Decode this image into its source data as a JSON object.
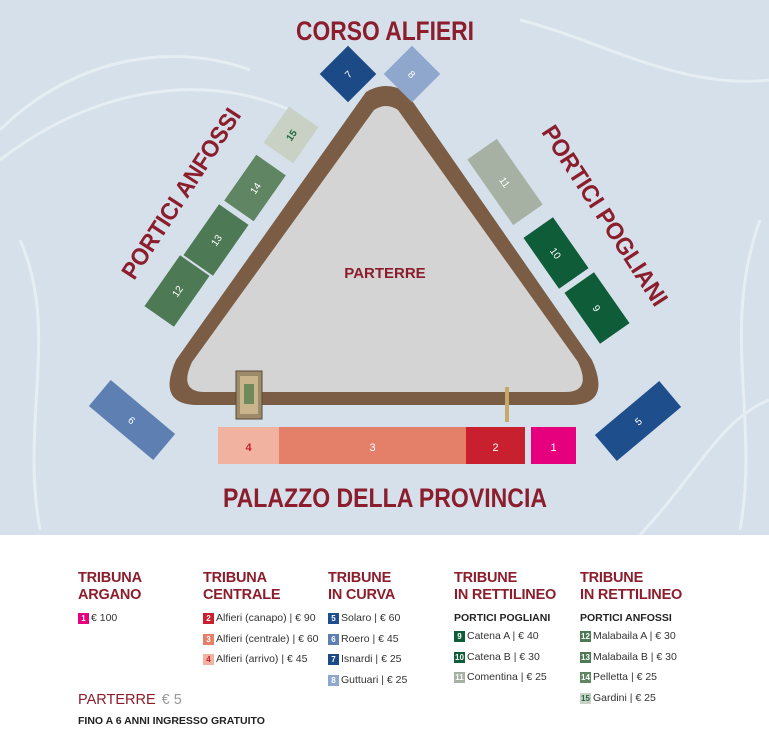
{
  "map": {
    "title_top": "CORSO ALFIERI",
    "title_left": "PORTICI ANFOSSI",
    "title_right": "PORTICI POGLIANI",
    "title_bottom": "PALAZZO DELLA PROVINCIA",
    "center_label": "PARTERRE",
    "sectors": {
      "s1": "1",
      "s2": "2",
      "s3": "3",
      "s4": "4",
      "s5": "5",
      "s6": "6",
      "s7": "7",
      "s8": "8",
      "s9": "9",
      "s10": "10",
      "s11": "11",
      "s12": "12",
      "s13": "13",
      "s14": "14",
      "s15": "15"
    }
  },
  "legend": {
    "argano": {
      "title_line1": "TRIBUNA",
      "title_line2": "ARGANO",
      "items": [
        {
          "num": "1",
          "text": "€ 100"
        }
      ]
    },
    "centrale": {
      "title_line1": "TRIBUNA",
      "title_line2": "CENTRALE",
      "items": [
        {
          "num": "2",
          "text": "Alfieri (canapo) | € 90"
        },
        {
          "num": "3",
          "text": "Alfieri (centrale) | € 60"
        },
        {
          "num": "4",
          "text": "Alfieri (arrivo) | € 45"
        }
      ]
    },
    "curva": {
      "title_line1": "TRIBUNE",
      "title_line2": "IN CURVA",
      "items": [
        {
          "num": "5",
          "text": "Solaro | € 60"
        },
        {
          "num": "6",
          "text": "Roero | € 45"
        },
        {
          "num": "7",
          "text": "Isnardi | € 25"
        },
        {
          "num": "8",
          "text": "Guttuari | € 25"
        }
      ]
    },
    "pogliani": {
      "title_line1": "TRIBUNE",
      "title_line2": "IN RETTILINEO",
      "subtitle": "PORTICI POGLIANI",
      "items": [
        {
          "num": "9",
          "text": "Catena A | € 40"
        },
        {
          "num": "10",
          "text": "Catena B | € 30"
        },
        {
          "num": "11",
          "text": "Comentina | € 25"
        }
      ]
    },
    "anfossi": {
      "title_line1": "TRIBUNE",
      "title_line2": "IN RETTILINEO",
      "subtitle": "PORTICI ANFOSSI",
      "items": [
        {
          "num": "12",
          "text": "Malabaila A | € 30"
        },
        {
          "num": "13",
          "text": "Malabaila B | € 30"
        },
        {
          "num": "14",
          "text": "Pelletta | € 25"
        },
        {
          "num": "15",
          "text": "Gardini | € 25"
        }
      ]
    }
  },
  "parterre_note": {
    "label": "PARTERRE",
    "price": "€ 5"
  },
  "free_note": "FINO A 6 ANNI INGRESSO GRATUITO",
  "colors": {
    "title": "#8b1d2c",
    "background": "#d5e0ea",
    "track": "#7b5d45",
    "parterre": "#d4d4d4",
    "s1": "#e6007e",
    "s2": "#c8202f",
    "s3": "#e4806a",
    "s4": "#f1b2a0",
    "s5": "#1f4e8c",
    "s6": "#5d7fb2",
    "s7": "#1c4a86",
    "s8": "#8fa7cc",
    "s9": "#0f5c38",
    "s10": "#0f5c38",
    "s11": "#a6b1a3",
    "s12": "#4d7a55",
    "s13": "#4d7a55",
    "s14": "#5f8563",
    "s15": "#c9d0c4"
  }
}
